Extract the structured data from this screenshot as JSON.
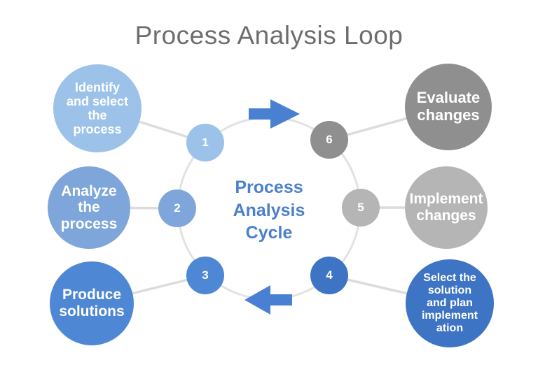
{
  "title": "Process Analysis Loop",
  "center_label": "Process\nAnalysis\nCycle",
  "nodes": [
    {
      "number": "1",
      "label": "Identify\nand select\nthe\nprocess",
      "color": "#9cc2e9"
    },
    {
      "number": "2",
      "label": "Analyze\nthe\nprocess",
      "color": "#7ea6da"
    },
    {
      "number": "3",
      "label": "Produce\nsolutions",
      "color": "#4e87d4"
    },
    {
      "number": "4",
      "label": "Select the\nsolution\nand plan\nimplement\nation",
      "color": "#3e74c4"
    },
    {
      "number": "5",
      "label": "Implement\nchanges",
      "color": "#b5b5b5"
    },
    {
      "number": "6",
      "label": "Evaluate\nchanges",
      "color": "#8f8f8f"
    }
  ],
  "icons": {
    "top_arrow": "arrow-right-icon",
    "bottom_arrow": "arrow-left-icon"
  },
  "colors": {
    "title_text": "#6d6d6d",
    "center_text": "#4b80cb",
    "arrow": "#4a80d2",
    "ring": "#e2e2e2",
    "connector": "#dcdcdc",
    "node_text": "#ffffff",
    "background": "#ffffff"
  }
}
